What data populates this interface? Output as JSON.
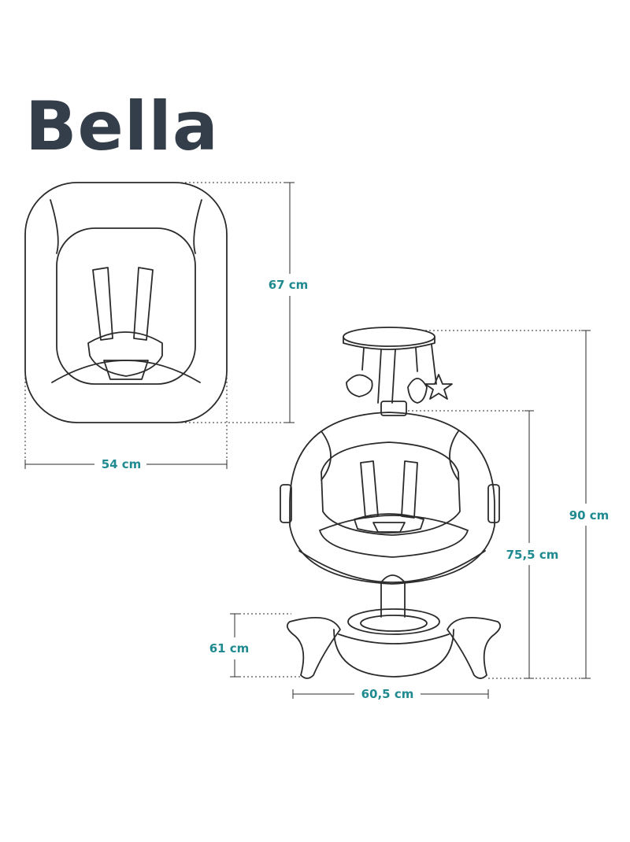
{
  "title": "Bella",
  "colors": {
    "title": "#343e4b",
    "dimension_text": "#1f8a8f",
    "line": "#2b2b2b"
  },
  "dimensions": {
    "top_view_depth": "67 cm",
    "top_view_width": "54 cm",
    "total_height": "90 cm",
    "seat_height": "75,5 cm",
    "base_height": "61 cm",
    "base_width": "60,5 cm"
  }
}
